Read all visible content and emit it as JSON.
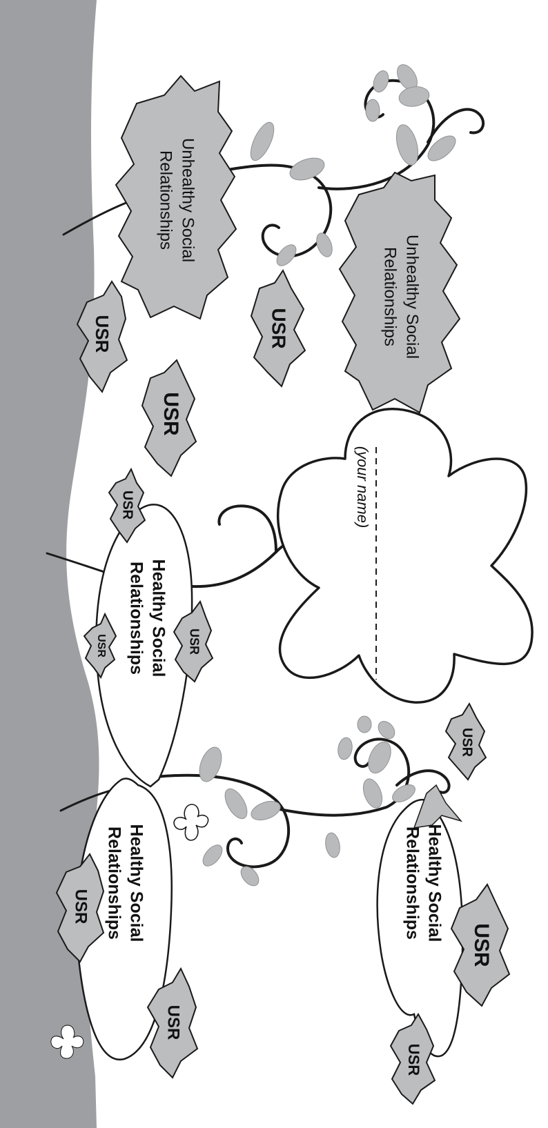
{
  "labels": {
    "unhealthy_line1": "Unhealthy Social",
    "unhealthy_line2": "Relationships",
    "healthy_line1": "Healthy Social",
    "healthy_line2": "Relationships",
    "usr": "USR",
    "your_name": "(your name)"
  },
  "colors": {
    "ground": "#9d9fa2",
    "cloud_fill": "#bcbdbf",
    "leaf_fill": "#b9babc",
    "outline": "#1a1a1a"
  }
}
